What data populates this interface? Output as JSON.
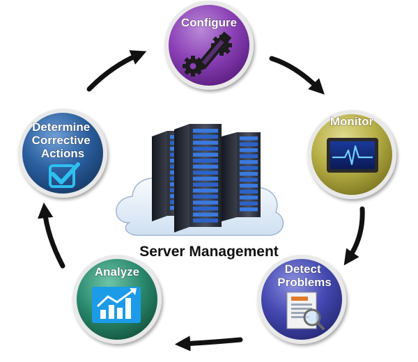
{
  "diagram": {
    "center": {
      "label": "Server Management",
      "icon": "server-rack-cloud-icon"
    },
    "nodes": [
      {
        "id": "configure",
        "lines": [
          "Configure"
        ],
        "color": "#8e44b8",
        "icon": "pencil-gears-icon"
      },
      {
        "id": "monitor",
        "lines": [
          "Monitor"
        ],
        "color": "#b8b24a",
        "icon": "monitor-heartbeat-icon"
      },
      {
        "id": "detect",
        "lines": [
          "Detect",
          "Problems"
        ],
        "color": "#4a4fb0",
        "icon": "document-magnifier-icon"
      },
      {
        "id": "analyze",
        "lines": [
          "Analyze"
        ],
        "color": "#2f8a72",
        "icon": "bar-chart-trend-icon"
      },
      {
        "id": "determine",
        "lines": [
          "Determine",
          "Corrective",
          "Actions"
        ],
        "color": "#2d5f9c",
        "icon": "checkmark-icon"
      }
    ],
    "cycle_direction": "clockwise",
    "arrow_color": "#111111"
  }
}
